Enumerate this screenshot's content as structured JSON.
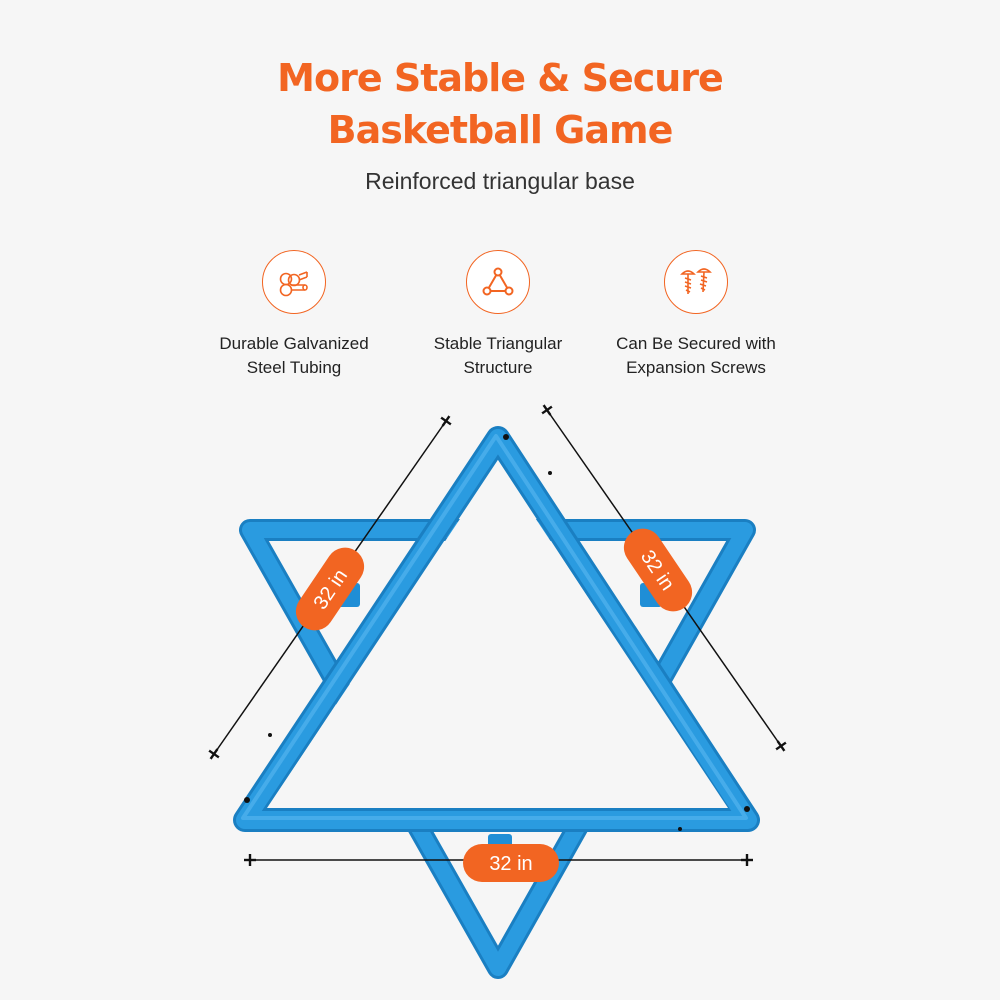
{
  "header": {
    "title_line1": "More Stable & Secure",
    "title_line2": "Basketball Game",
    "subtitle": "Reinforced triangular base"
  },
  "features": [
    {
      "icon": "steel-tubing-icon",
      "line1": "Durable Galvanized",
      "line2": "Steel Tubing"
    },
    {
      "icon": "triangle-structure-icon",
      "line1": "Stable Triangular",
      "line2": "Structure"
    },
    {
      "icon": "expansion-screws-icon",
      "line1": "Can Be Secured with",
      "line2": "Expansion Screws"
    }
  ],
  "dimensions": {
    "left": "32 in",
    "right": "32 in",
    "bottom": "32 in"
  },
  "colors": {
    "accent": "#f26522",
    "frame": "#2a9be0",
    "frame_dark": "#1a7fc2"
  }
}
